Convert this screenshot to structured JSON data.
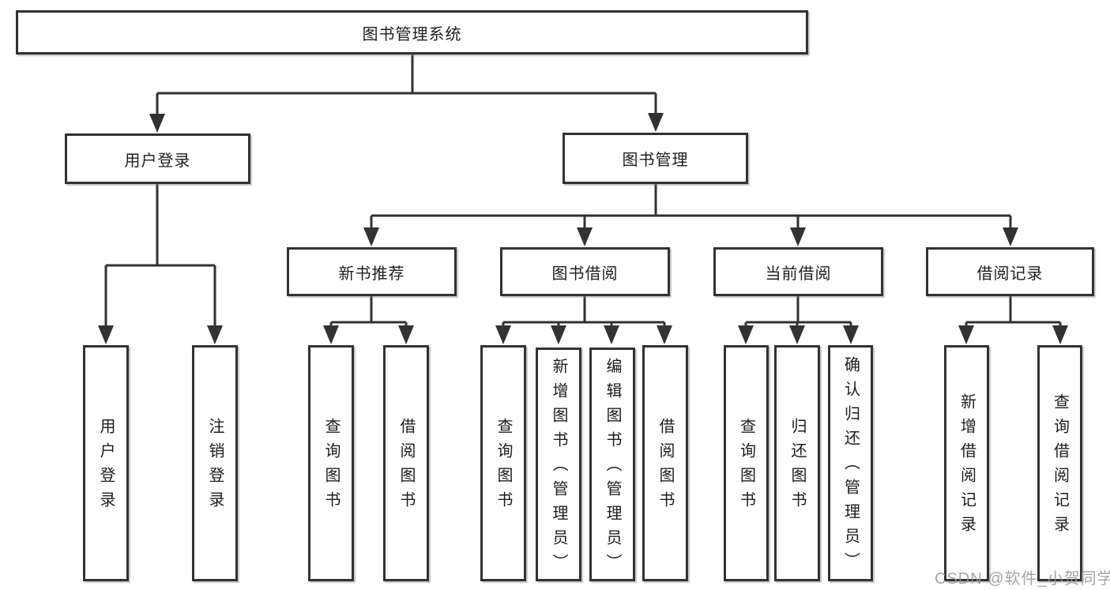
{
  "diagram": {
    "title": "图书管理系统",
    "type": "hierarchy-tree",
    "colors": {
      "line": "#323232",
      "border": "#323232",
      "text": "#1d1d1d",
      "background": "#ffffff",
      "watermark": "#989898"
    },
    "nodes": {
      "root": "图书管理系统",
      "user_login": "用户登录",
      "book_management": "图书管理",
      "new_book_recommend": "新书推荐",
      "book_borrow": "图书借阅",
      "current_borrow": "当前借阅",
      "borrow_record": "借阅记录",
      "leaf_user_login": "用户登录",
      "leaf_logout_login": "注销登录",
      "leaf_query_book_recommend": "查询图书",
      "leaf_borrow_book_recommend": "借阅图书",
      "leaf_query_book_borrow": "查询图书",
      "leaf_add_book_admin": "新增图书（管理员）",
      "leaf_edit_book_admin": "编辑图书（管理员）",
      "leaf_borrow_book_borrow": "借阅图书",
      "leaf_query_book_current": "查询图书",
      "leaf_return_book": "归还图书",
      "leaf_confirm_return_admin": "确认归还（管理员）",
      "leaf_add_borrow_record": "新增借阅记录",
      "leaf_query_borrow_record": "查询借阅记录"
    },
    "edges": [
      "图书管理系统→用户登录",
      "图书管理系统→图书管理",
      "用户登录→用户登录",
      "用户登录→注销登录",
      "图书管理→新书推荐",
      "图书管理→图书借阅",
      "图书管理→当前借阅",
      "图书管理→借阅记录",
      "新书推荐→查询图书",
      "新书推荐→借阅图书",
      "图书借阅→查询图书",
      "图书借阅→新增图书（管理员）",
      "图书借阅→编辑图书（管理员）",
      "图书借阅→借阅图书",
      "当前借阅→查询图书",
      "当前借阅→归还图书",
      "当前借阅→确认归还（管理员）",
      "借阅记录→新增借阅记录",
      "借阅记录→查询借阅记录"
    ],
    "watermark": "CSDN @软件_小贺同学"
  }
}
